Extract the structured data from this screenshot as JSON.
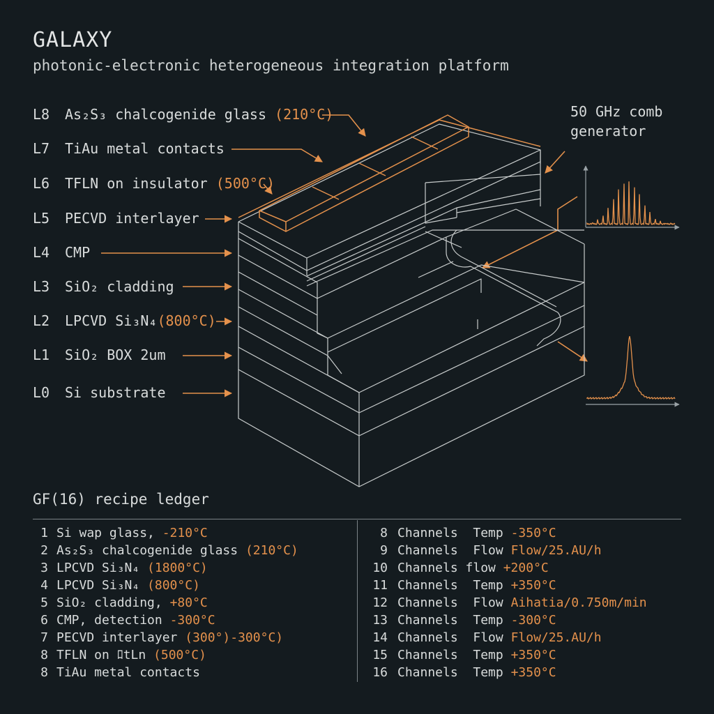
{
  "title": "GALAXY",
  "subtitle": "photonic-electronic heterogeneous integration platform",
  "layers": [
    {
      "code": "L8",
      "label": "As₂S₃ chalcogenide glass ",
      "temp": "(210°C)"
    },
    {
      "code": "L7",
      "label": "TiAu metal contacts",
      "temp": ""
    },
    {
      "code": "L6",
      "label": "TFLN on insulator ",
      "temp": "(500°C)"
    },
    {
      "code": "L5",
      "label": "PECVD interlayer",
      "temp": ""
    },
    {
      "code": "L4",
      "label": "CMP",
      "temp": ""
    },
    {
      "code": "L3",
      "label": "SiO₂ cladding",
      "temp": ""
    },
    {
      "code": "L2",
      "label": "LPCVD Si₃N₄",
      "temp": "(800°C)"
    },
    {
      "code": "L1",
      "label": "SiO₂ BOX 2um",
      "temp": ""
    },
    {
      "code": "L0",
      "label": "Si substrate",
      "temp": ""
    }
  ],
  "comb_label_line1": "50 GHz comb",
  "comb_label_line2": "generator",
  "ledger": {
    "title": "GF(16) recipe ledger",
    "left": [
      {
        "num": "1",
        "text": "Si wap glass, ",
        "accent": "-210°C"
      },
      {
        "num": "2",
        "text": "As₂S₃ chalcogenide glass ",
        "accent": "(210°C)"
      },
      {
        "num": "3",
        "text": "LPCVD Si₃N₄ ",
        "accent": "(1800°C)"
      },
      {
        "num": "4",
        "text": "LPCVD Si₃N₄ ",
        "accent": "(800°C)"
      },
      {
        "num": "5",
        "text": "SiO₂ cladding, ",
        "accent": "+80°C"
      },
      {
        "num": "6",
        "text": "CMP, detection ",
        "accent": "-300°C"
      },
      {
        "num": "7",
        "text": "PECVD interlayer ",
        "accent": "(300°)-300°C)"
      },
      {
        "num": "8",
        "text": "TFLN on ﾛtLn ",
        "accent": "(500°C)"
      },
      {
        "num": "8",
        "text": "TiAu metal contacts",
        "accent": ""
      }
    ],
    "right": [
      {
        "num": "8",
        "text": "Channels  Temp ",
        "accent": "-350°C"
      },
      {
        "num": "9",
        "text": "Channels  Flow ",
        "accent": "Flow/25.AU/h"
      },
      {
        "num": "10",
        "text": "Channels flow ",
        "accent": "+200°C"
      },
      {
        "num": "11",
        "text": "Channels  Temp ",
        "accent": "+350°C"
      },
      {
        "num": "12",
        "text": "Channels  Flow ",
        "accent": "Aihatia/0.750m/min"
      },
      {
        "num": "13",
        "text": "Channels  Temp ",
        "accent": "-300°C"
      },
      {
        "num": "14",
        "text": "Channels  Flow ",
        "accent": "Flow/25.AU/h"
      },
      {
        "num": "15",
        "text": "Channels  Temp ",
        "accent": "+350°C"
      },
      {
        "num": "16",
        "text": "Channels  Temp ",
        "accent": "+350°C"
      }
    ]
  },
  "colors": {
    "background": "#141b1f",
    "line": "#c9cdcd",
    "accent": "#e4914c"
  }
}
